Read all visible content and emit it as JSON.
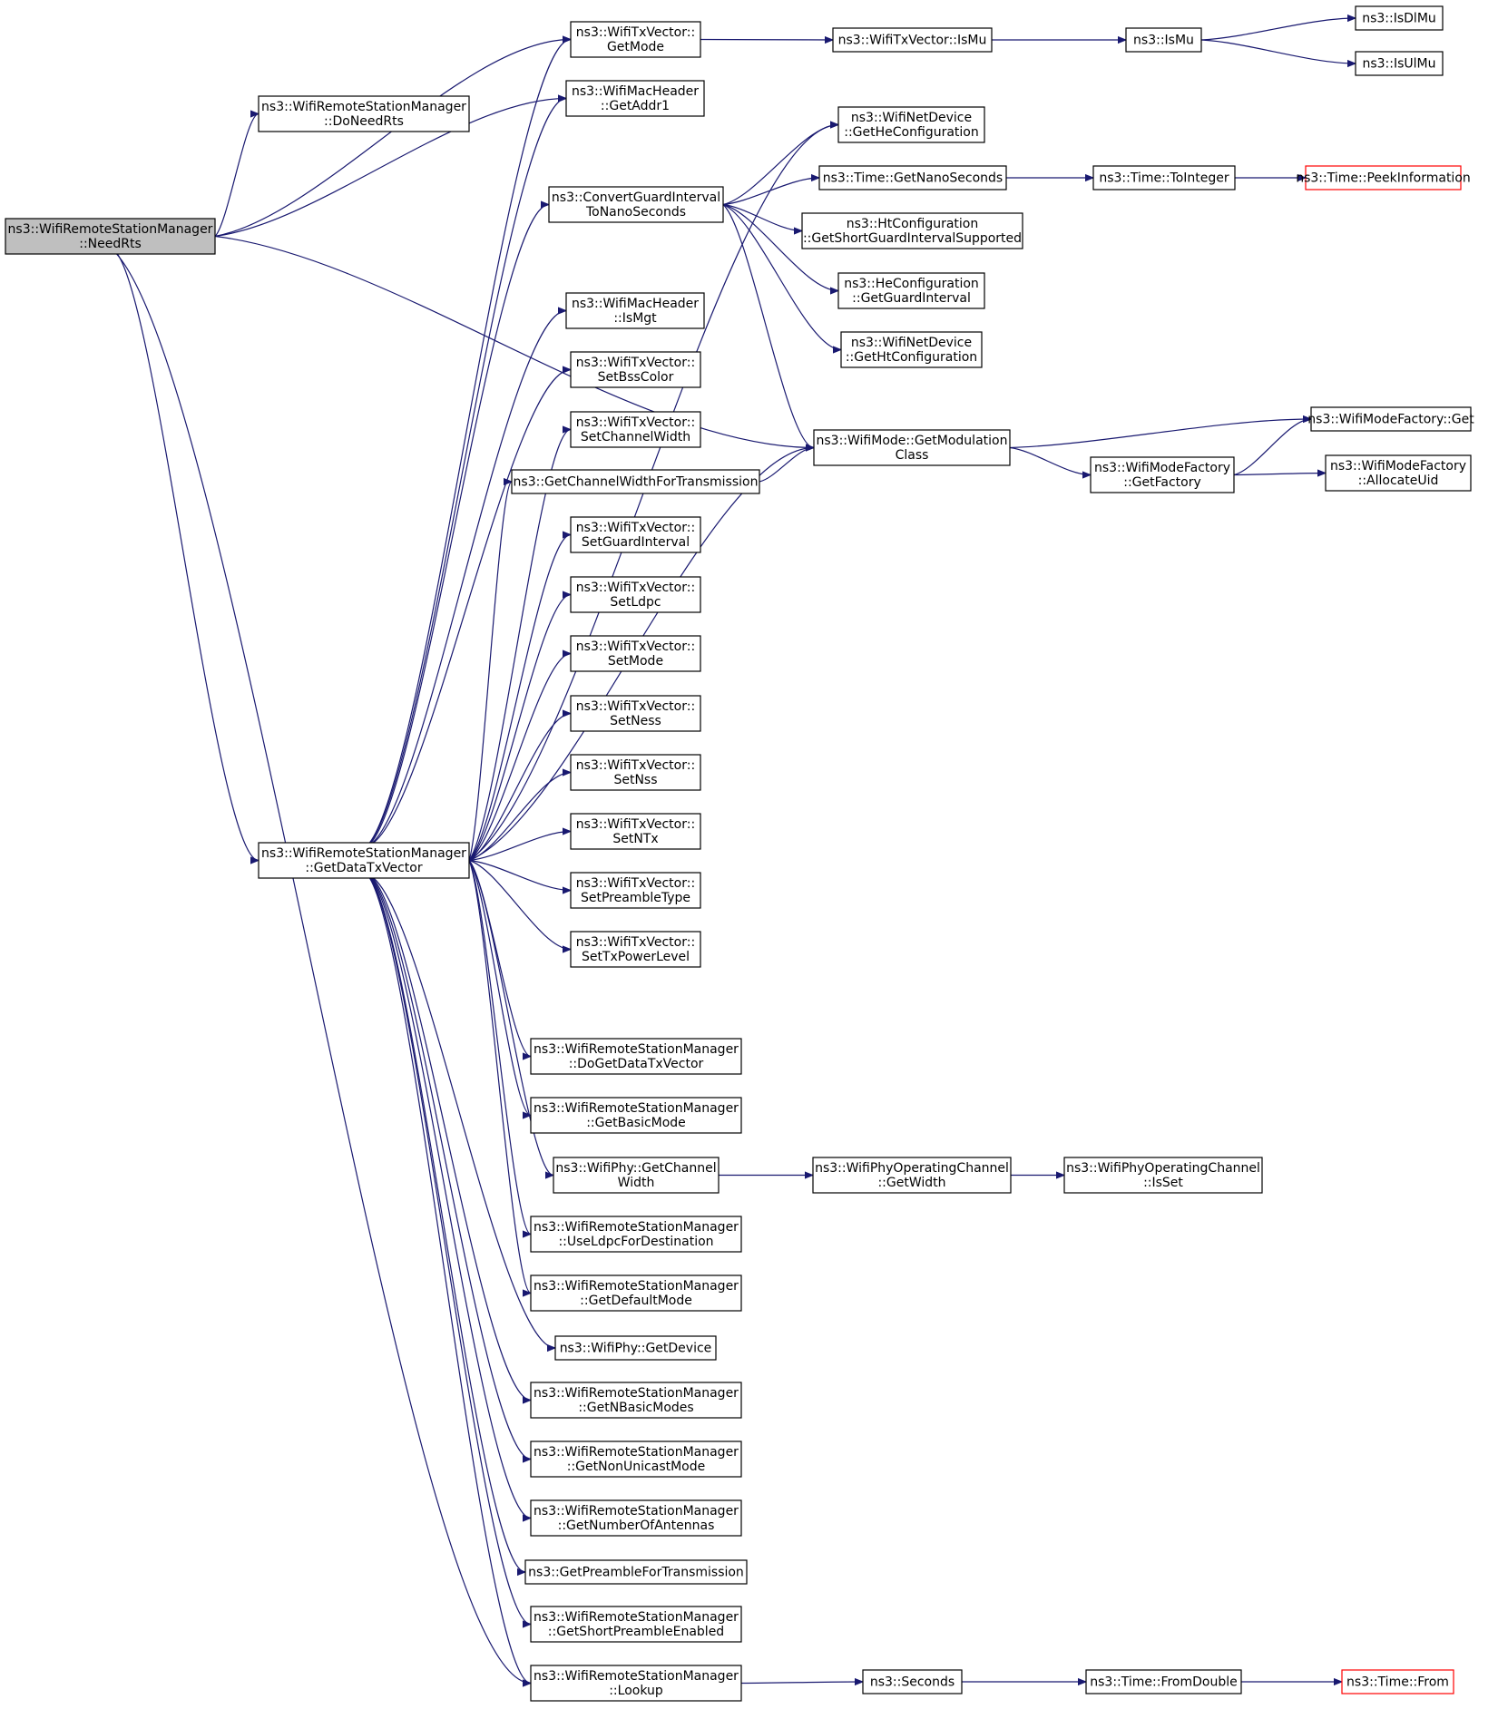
{
  "colors": {
    "edge": "#191970",
    "node_border": "#000000",
    "node_fill": "#ffffff",
    "focus_fill": "#bfbfbf",
    "truncated_border": "#ff0000",
    "text": "#000000"
  },
  "nodes": [
    {
      "id": "needrts",
      "name": "node-needrts",
      "lines": [
        "ns3::WifiRemoteStationManager",
        "::NeedRts"
      ],
      "style": "focus"
    },
    {
      "id": "doneedrts",
      "name": "node-doneedrts",
      "lines": [
        "ns3::WifiRemoteStationManager",
        "::DoNeedRts"
      ]
    },
    {
      "id": "getdatatxvector",
      "name": "node-getdatatxvector",
      "lines": [
        "ns3::WifiRemoteStationManager",
        "::GetDataTxVector"
      ]
    },
    {
      "id": "txv_getmode",
      "name": "node-txvector-getmode",
      "lines": [
        "ns3::WifiTxVector::",
        "GetMode"
      ]
    },
    {
      "id": "machdr_getaddr1",
      "name": "node-macheader-getaddr1",
      "lines": [
        "ns3::WifiMacHeader",
        "::GetAddr1"
      ]
    },
    {
      "id": "netdev_gethecfg",
      "name": "node-netdevice-gethecfg",
      "lines": [
        "ns3::WifiNetDevice",
        "::GetHeConfiguration"
      ]
    },
    {
      "id": "convertgi",
      "name": "node-convertguardinterval",
      "lines": [
        "ns3::ConvertGuardInterval",
        "ToNanoSeconds"
      ]
    },
    {
      "id": "machdr_ismgt",
      "name": "node-macheader-ismgt",
      "lines": [
        "ns3::WifiMacHeader",
        "::IsMgt"
      ]
    },
    {
      "id": "txv_setbsscolor",
      "name": "node-txvector-setbsscolor",
      "lines": [
        "ns3::WifiTxVector::",
        "SetBssColor"
      ]
    },
    {
      "id": "txv_setchannelwidth",
      "name": "node-txvector-setchannelwidth",
      "lines": [
        "ns3::WifiTxVector::",
        "SetChannelWidth"
      ]
    },
    {
      "id": "getchwidthfortx",
      "name": "node-getchannelwidthfortransmission",
      "lines": [
        "ns3::GetChannelWidthForTransmission"
      ]
    },
    {
      "id": "txv_setguardinterval",
      "name": "node-txvector-setguardinterval",
      "lines": [
        "ns3::WifiTxVector::",
        "SetGuardInterval"
      ]
    },
    {
      "id": "txv_setldpc",
      "name": "node-txvector-setldpc",
      "lines": [
        "ns3::WifiTxVector::",
        "SetLdpc"
      ]
    },
    {
      "id": "txv_setmode",
      "name": "node-txvector-setmode",
      "lines": [
        "ns3::WifiTxVector::",
        "SetMode"
      ]
    },
    {
      "id": "txv_setness",
      "name": "node-txvector-setness",
      "lines": [
        "ns3::WifiTxVector::",
        "SetNess"
      ]
    },
    {
      "id": "txv_setnss",
      "name": "node-txvector-setnss",
      "lines": [
        "ns3::WifiTxVector::",
        "SetNss"
      ]
    },
    {
      "id": "txv_setntx",
      "name": "node-txvector-setntx",
      "lines": [
        "ns3::WifiTxVector::",
        "SetNTx"
      ]
    },
    {
      "id": "txv_setpreambletype",
      "name": "node-txvector-setpreambletype",
      "lines": [
        "ns3::WifiTxVector::",
        "SetPreambleType"
      ]
    },
    {
      "id": "txv_settxpowerlevel",
      "name": "node-txvector-settxpowerlevel",
      "lines": [
        "ns3::WifiTxVector::",
        "SetTxPowerLevel"
      ]
    },
    {
      "id": "dogetdatatxvector",
      "name": "node-dogetdatatxvector",
      "lines": [
        "ns3::WifiRemoteStationManager",
        "::DoGetDataTxVector"
      ]
    },
    {
      "id": "getbasicmode",
      "name": "node-getbasicmode",
      "lines": [
        "ns3::WifiRemoteStationManager",
        "::GetBasicMode"
      ]
    },
    {
      "id": "phy_getchannelwidth",
      "name": "node-phy-getchannelwidth",
      "lines": [
        "ns3::WifiPhy::GetChannel",
        "Width"
      ]
    },
    {
      "id": "useldpcfordest",
      "name": "node-useldpcfordestination",
      "lines": [
        "ns3::WifiRemoteStationManager",
        "::UseLdpcForDestination"
      ]
    },
    {
      "id": "getdefaultmode",
      "name": "node-getdefaultmode",
      "lines": [
        "ns3::WifiRemoteStationManager",
        "::GetDefaultMode"
      ]
    },
    {
      "id": "phy_getdevice",
      "name": "node-phy-getdevice",
      "lines": [
        "ns3::WifiPhy::GetDevice"
      ]
    },
    {
      "id": "getnbasicmodes",
      "name": "node-getnbasicmodes",
      "lines": [
        "ns3::WifiRemoteStationManager",
        "::GetNBasicModes"
      ]
    },
    {
      "id": "getnonunicastmode",
      "name": "node-getnonunicastmode",
      "lines": [
        "ns3::WifiRemoteStationManager",
        "::GetNonUnicastMode"
      ]
    },
    {
      "id": "getnumberofantennas",
      "name": "node-getnumberofantennas",
      "lines": [
        "ns3::WifiRemoteStationManager",
        "::GetNumberOfAntennas"
      ]
    },
    {
      "id": "getpreamblefortx",
      "name": "node-getpreamblefortransmission",
      "lines": [
        "ns3::GetPreambleForTransmission"
      ]
    },
    {
      "id": "getshortpreamble",
      "name": "node-getshortpreambleenabled",
      "lines": [
        "ns3::WifiRemoteStationManager",
        "::GetShortPreambleEnabled"
      ]
    },
    {
      "id": "lookup",
      "name": "node-lookup",
      "lines": [
        "ns3::WifiRemoteStationManager",
        "::Lookup"
      ]
    },
    {
      "id": "txv_ismu",
      "name": "node-txvector-ismu",
      "lines": [
        "ns3::WifiTxVector::IsMu"
      ]
    },
    {
      "id": "ismu",
      "name": "node-ismu",
      "lines": [
        "ns3::IsMu"
      ]
    },
    {
      "id": "isdlmu",
      "name": "node-isdlmu",
      "lines": [
        "ns3::IsDlMu"
      ]
    },
    {
      "id": "isulmu",
      "name": "node-isulmu",
      "lines": [
        "ns3::IsUlMu"
      ]
    },
    {
      "id": "time_getnanoseconds",
      "name": "node-time-getnanoseconds",
      "lines": [
        "ns3::Time::GetNanoSeconds"
      ]
    },
    {
      "id": "time_tointeger",
      "name": "node-time-tointeger",
      "lines": [
        "ns3::Time::ToInteger"
      ]
    },
    {
      "id": "time_peekinformation",
      "name": "node-time-peekinformation",
      "lines": [
        "ns3::Time::PeekInformation"
      ],
      "style": "truncated"
    },
    {
      "id": "htcfg_getsgi",
      "name": "node-htconfig-getshortguardinterval",
      "lines": [
        "ns3::HtConfiguration",
        "::GetShortGuardIntervalSupported"
      ]
    },
    {
      "id": "hecfg_getgi",
      "name": "node-heconfig-getguardinterval",
      "lines": [
        "ns3::HeConfiguration",
        "::GetGuardInterval"
      ]
    },
    {
      "id": "netdev_gethtcfg",
      "name": "node-netdevice-gethtcfg",
      "lines": [
        "ns3::WifiNetDevice",
        "::GetHtConfiguration"
      ]
    },
    {
      "id": "mode_getmodclass",
      "name": "node-mode-getmodulationclass",
      "lines": [
        "ns3::WifiMode::GetModulation",
        "Class"
      ]
    },
    {
      "id": "factory_get",
      "name": "node-modefactory-get",
      "lines": [
        "ns3::WifiModeFactory::Get"
      ]
    },
    {
      "id": "factory_getfactory",
      "name": "node-modefactory-getfactory",
      "lines": [
        "ns3::WifiModeFactory",
        "::GetFactory"
      ]
    },
    {
      "id": "factory_allocateuid",
      "name": "node-modefactory-allocateuid",
      "lines": [
        "ns3::WifiModeFactory",
        "::AllocateUid"
      ]
    },
    {
      "id": "opchan_getwidth",
      "name": "node-operatingchannel-getwidth",
      "lines": [
        "ns3::WifiPhyOperatingChannel",
        "::GetWidth"
      ]
    },
    {
      "id": "opchan_isset",
      "name": "node-operatingchannel-isset",
      "lines": [
        "ns3::WifiPhyOperatingChannel",
        "::IsSet"
      ]
    },
    {
      "id": "seconds",
      "name": "node-seconds",
      "lines": [
        "ns3::Seconds"
      ]
    },
    {
      "id": "time_fromdouble",
      "name": "node-time-fromdouble",
      "lines": [
        "ns3::Time::FromDouble"
      ]
    },
    {
      "id": "time_from",
      "name": "node-time-from",
      "lines": [
        "ns3::Time::From"
      ],
      "style": "truncated"
    }
  ],
  "edges": [
    [
      "needrts",
      "doneedrts"
    ],
    [
      "needrts",
      "txv_getmode"
    ],
    [
      "needrts",
      "machdr_getaddr1"
    ],
    [
      "needrts",
      "mode_getmodclass"
    ],
    [
      "needrts",
      "getdatatxvector"
    ],
    [
      "needrts",
      "lookup"
    ],
    [
      "getdatatxvector",
      "txv_getmode"
    ],
    [
      "getdatatxvector",
      "machdr_getaddr1"
    ],
    [
      "getdatatxvector",
      "netdev_gethecfg"
    ],
    [
      "getdatatxvector",
      "convertgi"
    ],
    [
      "getdatatxvector",
      "machdr_ismgt"
    ],
    [
      "getdatatxvector",
      "txv_setbsscolor"
    ],
    [
      "getdatatxvector",
      "txv_setchannelwidth"
    ],
    [
      "getdatatxvector",
      "getchwidthfortx"
    ],
    [
      "getdatatxvector",
      "txv_setguardinterval"
    ],
    [
      "getdatatxvector",
      "txv_setldpc"
    ],
    [
      "getdatatxvector",
      "txv_setmode"
    ],
    [
      "getdatatxvector",
      "txv_setness"
    ],
    [
      "getdatatxvector",
      "txv_setnss"
    ],
    [
      "getdatatxvector",
      "txv_setntx"
    ],
    [
      "getdatatxvector",
      "txv_setpreambletype"
    ],
    [
      "getdatatxvector",
      "txv_settxpowerlevel"
    ],
    [
      "getdatatxvector",
      "mode_getmodclass"
    ],
    [
      "getdatatxvector",
      "dogetdatatxvector"
    ],
    [
      "getdatatxvector",
      "getbasicmode"
    ],
    [
      "getdatatxvector",
      "phy_getchannelwidth"
    ],
    [
      "getdatatxvector",
      "useldpcfordest"
    ],
    [
      "getdatatxvector",
      "getdefaultmode"
    ],
    [
      "getdatatxvector",
      "phy_getdevice"
    ],
    [
      "getdatatxvector",
      "getnbasicmodes"
    ],
    [
      "getdatatxvector",
      "getnonunicastmode"
    ],
    [
      "getdatatxvector",
      "getnumberofantennas"
    ],
    [
      "getdatatxvector",
      "getpreamblefortx"
    ],
    [
      "getdatatxvector",
      "getshortpreamble"
    ],
    [
      "getdatatxvector",
      "lookup"
    ],
    [
      "txv_getmode",
      "txv_ismu"
    ],
    [
      "txv_ismu",
      "ismu"
    ],
    [
      "ismu",
      "isdlmu"
    ],
    [
      "ismu",
      "isulmu"
    ],
    [
      "convertgi",
      "netdev_gethecfg"
    ],
    [
      "convertgi",
      "time_getnanoseconds"
    ],
    [
      "convertgi",
      "htcfg_getsgi"
    ],
    [
      "convertgi",
      "hecfg_getgi"
    ],
    [
      "convertgi",
      "netdev_gethtcfg"
    ],
    [
      "convertgi",
      "mode_getmodclass"
    ],
    [
      "time_getnanoseconds",
      "time_tointeger"
    ],
    [
      "time_tointeger",
      "time_peekinformation"
    ],
    [
      "getchwidthfortx",
      "mode_getmodclass"
    ],
    [
      "mode_getmodclass",
      "factory_get"
    ],
    [
      "mode_getmodclass",
      "factory_getfactory"
    ],
    [
      "factory_getfactory",
      "factory_get"
    ],
    [
      "factory_getfactory",
      "factory_allocateuid"
    ],
    [
      "phy_getchannelwidth",
      "opchan_getwidth"
    ],
    [
      "opchan_getwidth",
      "opchan_isset"
    ],
    [
      "lookup",
      "seconds"
    ],
    [
      "seconds",
      "time_fromdouble"
    ],
    [
      "time_fromdouble",
      "time_from"
    ]
  ]
}
